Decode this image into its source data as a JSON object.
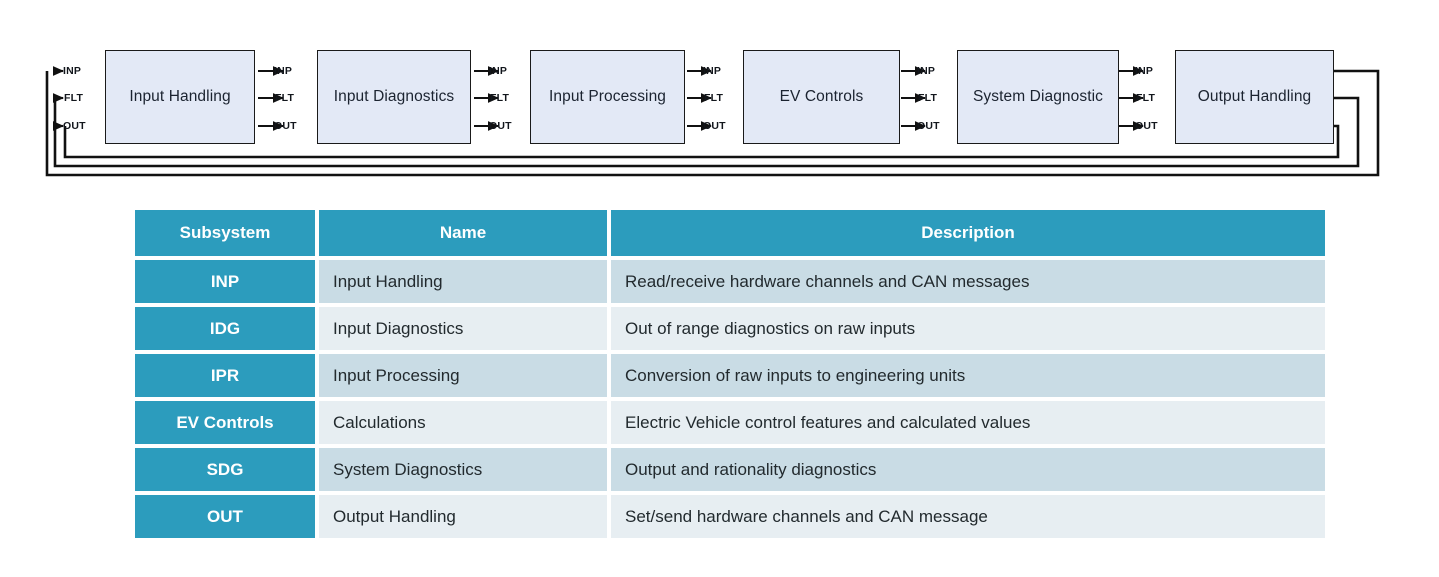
{
  "diagram": {
    "port_labels": [
      "INP",
      "FLT",
      "OUT"
    ],
    "blocks": [
      {
        "label": "Input Handling"
      },
      {
        "label": "Input Diagnostics"
      },
      {
        "label": "Input Processing"
      },
      {
        "label": "EV Controls"
      },
      {
        "label": "System Diagnostic"
      },
      {
        "label": "Output Handling"
      }
    ],
    "block_fill": "#e3e9f6",
    "block_stroke": "#1a1a1a"
  },
  "table": {
    "accent": "#2c9cbd",
    "row_band_a": "#c9dce5",
    "row_band_b": "#e7eef2",
    "headers": [
      "Subsystem",
      "Name",
      "Description"
    ],
    "rows": [
      {
        "subsystem": "INP",
        "name": "Input Handling",
        "description": "Read/receive hardware channels and CAN messages"
      },
      {
        "subsystem": "IDG",
        "name": "Input Diagnostics",
        "description": "Out of range diagnostics on raw inputs"
      },
      {
        "subsystem": "IPR",
        "name": "Input Processing",
        "description": "Conversion of raw inputs to engineering units"
      },
      {
        "subsystem": "EV Controls",
        "name": "Calculations",
        "description": "Electric Vehicle control features and calculated values"
      },
      {
        "subsystem": "SDG",
        "name": "System Diagnostics",
        "description": "Output and rationality diagnostics"
      },
      {
        "subsystem": "OUT",
        "name": "Output Handling",
        "description": "Set/send hardware channels and CAN message"
      }
    ]
  }
}
